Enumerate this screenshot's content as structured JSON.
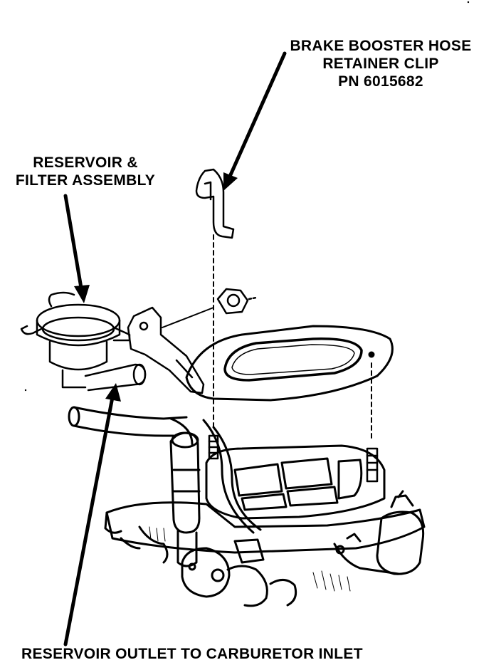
{
  "labels": {
    "brake_booster": {
      "line1": "BRAKE BOOSTER HOSE",
      "line2": "RETAINER CLIP",
      "line3": "PN 6015682"
    },
    "reservoir": {
      "line1": "RESERVOIR &",
      "line2": "FILTER ASSEMBLY"
    },
    "outlet": "RESERVOIR OUTLET TO CARBURETOR INLET"
  }
}
